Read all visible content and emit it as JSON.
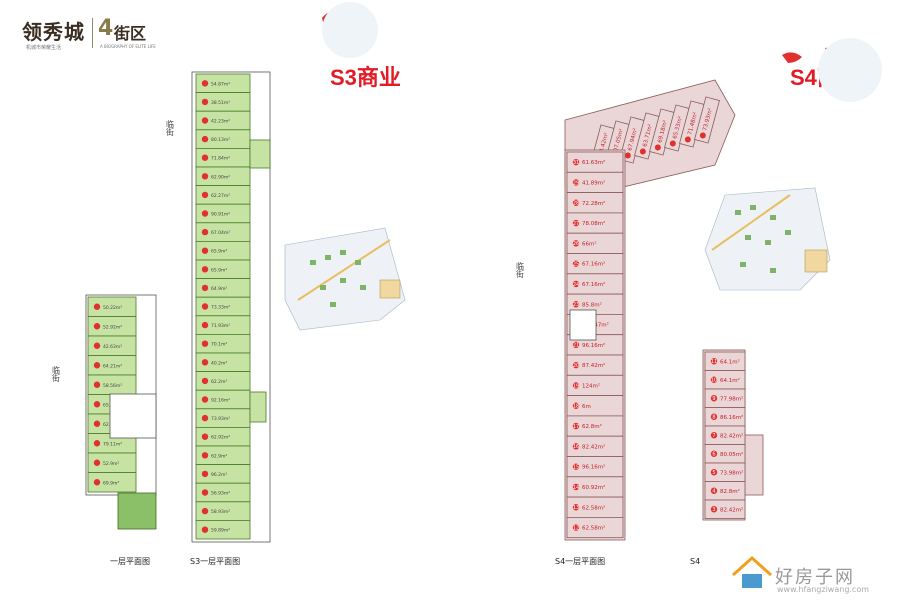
{
  "logo": {
    "brand": "领秀城",
    "district_number": "4",
    "district_label": "街区",
    "tagline": "机城市荣耀生活",
    "english": "A BIOGRAPHY OF ELITE LIFE"
  },
  "zones": {
    "s3": {
      "title": "S3商业"
    },
    "s4": {
      "title": "S4商业"
    }
  },
  "labels": {
    "street": "临街",
    "street_mid": "临街",
    "street_s4": "临街",
    "s3_plan": "S3一层平面图",
    "s4_plan": "S4一层平面图",
    "left_plan": "一层平面图",
    "s4_partial": "S4"
  },
  "s3_units": [
    {
      "n": "",
      "a": "54.87m²"
    },
    {
      "n": "",
      "a": "38.51m²"
    },
    {
      "n": "",
      "a": "42.23m²"
    },
    {
      "n": "",
      "a": "80.13m²"
    },
    {
      "n": "",
      "a": "71.84m²"
    },
    {
      "n": "",
      "a": "62.90m²"
    },
    {
      "n": "",
      "a": "62.27m²"
    },
    {
      "n": "",
      "a": "90.91m²"
    },
    {
      "n": "",
      "a": "67.04m²"
    },
    {
      "n": "",
      "a": "65.9m²"
    },
    {
      "n": "",
      "a": "65.9m²"
    },
    {
      "n": "",
      "a": "64.9m²"
    },
    {
      "n": "",
      "a": "73.33m²"
    },
    {
      "n": "",
      "a": "71.93m²"
    },
    {
      "n": "",
      "a": "70.1m²"
    },
    {
      "n": "",
      "a": "40.2m²"
    },
    {
      "n": "",
      "a": "62.2m²"
    },
    {
      "n": "",
      "a": "92.16m²"
    },
    {
      "n": "",
      "a": "73.93m²"
    },
    {
      "n": "",
      "a": "62.92m²"
    },
    {
      "n": "",
      "a": "62.9m²"
    },
    {
      "n": "",
      "a": "96.2m²"
    },
    {
      "n": "",
      "a": "56.93m²"
    },
    {
      "n": "",
      "a": "58.93m²"
    },
    {
      "n": "",
      "a": "59.89m²"
    }
  ],
  "left_units": [
    {
      "n": "",
      "a": "50.22m²"
    },
    {
      "n": "",
      "a": "52.92m²"
    },
    {
      "n": "",
      "a": "42.63m²"
    },
    {
      "n": "",
      "a": "64.21m²"
    },
    {
      "n": "",
      "a": "58.56m²"
    },
    {
      "n": "",
      "a": "65.98m²"
    },
    {
      "n": "",
      "a": "62.22m²"
    },
    {
      "n": "",
      "a": "79.11m²"
    },
    {
      "n": "",
      "a": "52.9m²"
    },
    {
      "n": "",
      "a": "69.9m²"
    }
  ],
  "s4_main_units": [
    {
      "n": "31",
      "a": "61.63m²"
    },
    {
      "n": "29",
      "a": "41.89m²"
    },
    {
      "n": "28",
      "a": "72.28m²"
    },
    {
      "n": "27",
      "a": "78.08m²"
    },
    {
      "n": "26",
      "a": "66m²"
    },
    {
      "n": "25",
      "a": "67.16m²"
    },
    {
      "n": "24",
      "a": "67.16m²"
    },
    {
      "n": "23",
      "a": "85.8m²"
    },
    {
      "n": "22",
      "a": "128.47m²"
    },
    {
      "n": "21",
      "a": "96.16m²"
    },
    {
      "n": "20",
      "a": "87.42m²"
    },
    {
      "n": "19",
      "a": "124m²"
    },
    {
      "n": "18",
      "a": "6m"
    },
    {
      "n": "17",
      "a": "62.8m²"
    },
    {
      "n": "16",
      "a": "82.42m²"
    },
    {
      "n": "15",
      "a": "96.16m²"
    },
    {
      "n": "14",
      "a": "60.92m²"
    },
    {
      "n": "13",
      "a": "62.58m²"
    },
    {
      "n": "12",
      "a": "62.58m²"
    }
  ],
  "s4_top_units": [
    {
      "a": "174.42m²"
    },
    {
      "a": "107.05m²"
    },
    {
      "a": "67.94m²"
    },
    {
      "a": "63.71m²"
    },
    {
      "a": "69.18m²"
    },
    {
      "a": "65.33m²"
    },
    {
      "a": "71.48m²"
    },
    {
      "a": "73.93m²"
    }
  ],
  "s4_right_units": [
    {
      "n": "11",
      "a": "64.1m²"
    },
    {
      "n": "10",
      "a": "64.1m²"
    },
    {
      "n": "9",
      "a": "77.98m²"
    },
    {
      "n": "8",
      "a": "86.16m²"
    },
    {
      "n": "7",
      "a": "82.42m²"
    },
    {
      "n": "6",
      "a": "80.05m²"
    },
    {
      "n": "5",
      "a": "73.98m²"
    },
    {
      "n": "4",
      "a": "82.8m²"
    },
    {
      "n": "3",
      "a": "82.42m²"
    }
  ],
  "watermark": {
    "text": "好房子网",
    "url": "www.hfangziwang.com"
  }
}
